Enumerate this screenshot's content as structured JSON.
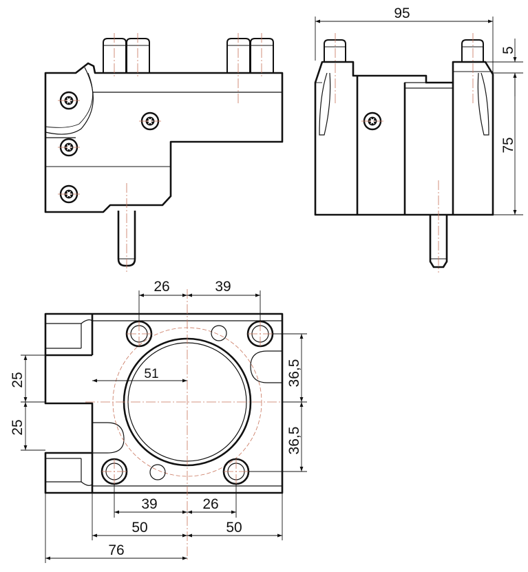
{
  "dimensions": {
    "width_total": "95",
    "pin_height": "5",
    "body_height": "75",
    "top_left_offset": "26",
    "top_right_offset": "39",
    "bore_radius": "51",
    "side_upper": "25",
    "side_lower": "25",
    "right_upper": "36,5",
    "right_lower": "36,5",
    "bottom_left_offset": "39",
    "bottom_right_offset": "26",
    "half_left": "50",
    "half_right": "50",
    "overall_left": "76"
  },
  "colors": {
    "outline": "#111111",
    "centerline": "#c8735a",
    "background": "#ffffff"
  },
  "icons": {
    "screw": "hex-socket-screw-icon",
    "pin": "locating-pin-icon"
  }
}
